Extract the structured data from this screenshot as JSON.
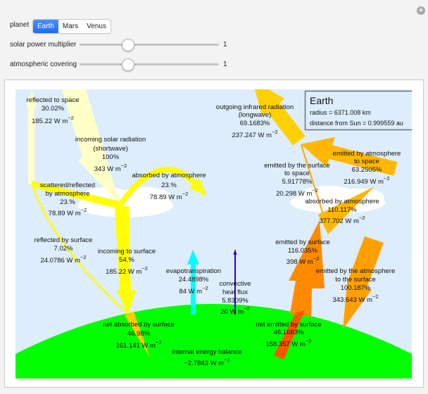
{
  "controls": {
    "planet": {
      "label": "planet",
      "options": [
        "Earth",
        "Mars",
        "Venus"
      ],
      "selected": "Earth"
    },
    "sliders": [
      {
        "label": "solar power multiplier",
        "value": "1",
        "fraction": 0.35
      },
      {
        "label": "atmospheric covering",
        "value": "1",
        "fraction": 0.35
      }
    ],
    "add_icon": "+"
  },
  "unit": {
    "base": " W m",
    "exp": "−2"
  },
  "info": {
    "planet": "Earth",
    "radius": "radius = 6371.008 km",
    "distance": "distance from Sun = 0.999559 au"
  },
  "fluxes": {
    "reflected_to_space": {
      "label": [
        "reflected to space"
      ],
      "percent": "30.02%",
      "value": "185.22"
    },
    "incoming_solar": {
      "label": [
        "incoming solar radiation",
        "(shortwave)"
      ],
      "percent": "100%",
      "value": "343"
    },
    "absorbed_atm_sw": {
      "label": [
        "absorbed by atmosphere"
      ],
      "percent": "23.%",
      "value": "78.89"
    },
    "scattered_atm": {
      "label": [
        "scattered/reflected",
        "by atmosphere"
      ],
      "percent": "23.%",
      "value": "78.89"
    },
    "reflected_by_surface": {
      "label": [
        "reflected by surface"
      ],
      "percent": "7.02%",
      "value": "24.0786"
    },
    "incoming_to_surface": {
      "label": [
        "incoming to surface"
      ],
      "percent": "54.%",
      "value": "185.22"
    },
    "evapotranspiration": {
      "label": [
        "evapotranspiration"
      ],
      "percent": "24.4898%",
      "value": "84"
    },
    "convective": {
      "label": [
        "convective",
        "heat flux"
      ],
      "percent": "5.8309%",
      "value": "20"
    },
    "net_absorbed": {
      "label": [
        "net absorbed by surface"
      ],
      "percent": "46.98%",
      "value": "161.141"
    },
    "internal_balance": {
      "label": [
        "internal energy balance"
      ],
      "value": "−2.7843"
    },
    "outgoing_ir": {
      "label": [
        "outgoing infrared radiation",
        "(longwave)"
      ],
      "percent": "69.1683%",
      "value": "237.247"
    },
    "emitted_atm_space": {
      "label": [
        "emitted by atmosphere",
        "to space"
      ],
      "percent": "63.2505%",
      "value": "216.949"
    },
    "emitted_surf_space": {
      "label": [
        "emitted by the surface",
        "to space"
      ],
      "percent": "5.91778%",
      "value": "20.298"
    },
    "absorbed_atm_lw": {
      "label": [
        "absorbed by atmosphere"
      ],
      "percent": "110.117%",
      "value": "377.702"
    },
    "emitted_surface": {
      "label": [
        "emitted by surface"
      ],
      "percent": "116.035%",
      "value": "398"
    },
    "emitted_atm_surface": {
      "label": [
        "emitted by the atmosphere",
        "to the surface"
      ],
      "percent": "100.187%",
      "value": "343.643"
    },
    "net_emitted": {
      "label": [
        "net emitted by surface"
      ],
      "percent": "46.1683%",
      "value": "158.357"
    }
  },
  "colors": {
    "sky": "#DDEDFC",
    "ground": "#00FF00",
    "cloud": "#FFFFFF",
    "shortwave_pale": "#FFFFC8",
    "shortwave": "#FFFF00",
    "net_absorbed": "#FFCC00",
    "outgoing_ir": "#FFD000",
    "atmosphere_longwave": "#FFB700",
    "surface_longwave": "#FF8A00",
    "atm_to_surface": "#FFA000",
    "net_emitted": "#FF5500",
    "evapotranspiration": "#00FFFF",
    "convective": "#3300CC",
    "selected_button": "#1A6CF0"
  }
}
